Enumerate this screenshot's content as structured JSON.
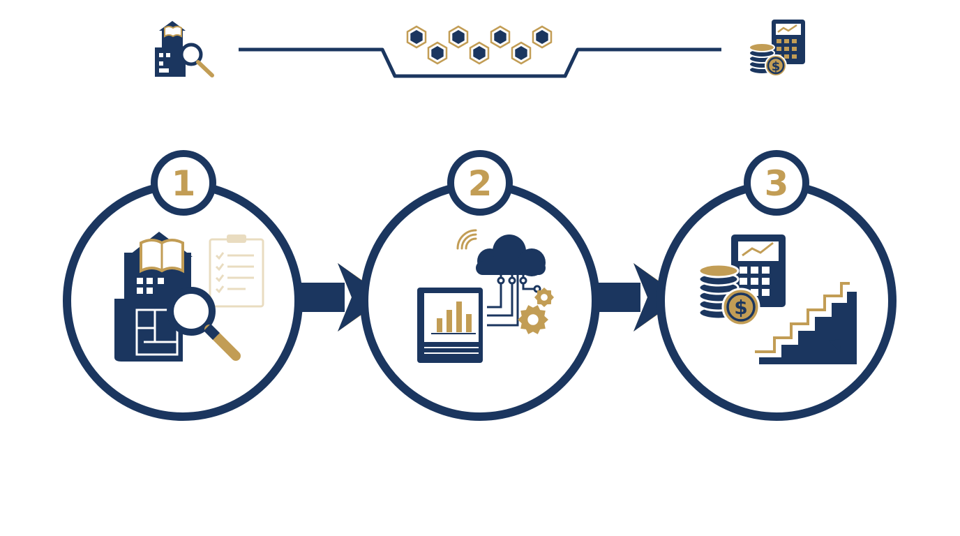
{
  "colors": {
    "navy": "#1b365f",
    "gold": "#c29d55",
    "gold_light": "#e9dcc0",
    "background": "#ffffff"
  },
  "header": {
    "left_icon": "building-blueprint-search-icon",
    "center_icon": "hexagon-chain-icon",
    "right_icon": "coins-calculator-icon"
  },
  "steps": [
    {
      "number": "1",
      "icons": [
        "building-icon",
        "open-book-icon",
        "clipboard-checklist-icon",
        "blueprint-icon",
        "magnifying-glass-icon"
      ]
    },
    {
      "number": "2",
      "icons": [
        "wifi-signal-icon",
        "cloud-icon",
        "circuit-icon",
        "book-bar-chart-icon",
        "gears-icon"
      ]
    },
    {
      "number": "3",
      "icons": [
        "coin-stack-icon",
        "dollar-coin-icon",
        "calculator-chart-icon",
        "stairs-icon",
        "arrow-up-right-icon"
      ]
    }
  ],
  "connectors": [
    "arrow-right-icon",
    "arrow-right-icon"
  ]
}
